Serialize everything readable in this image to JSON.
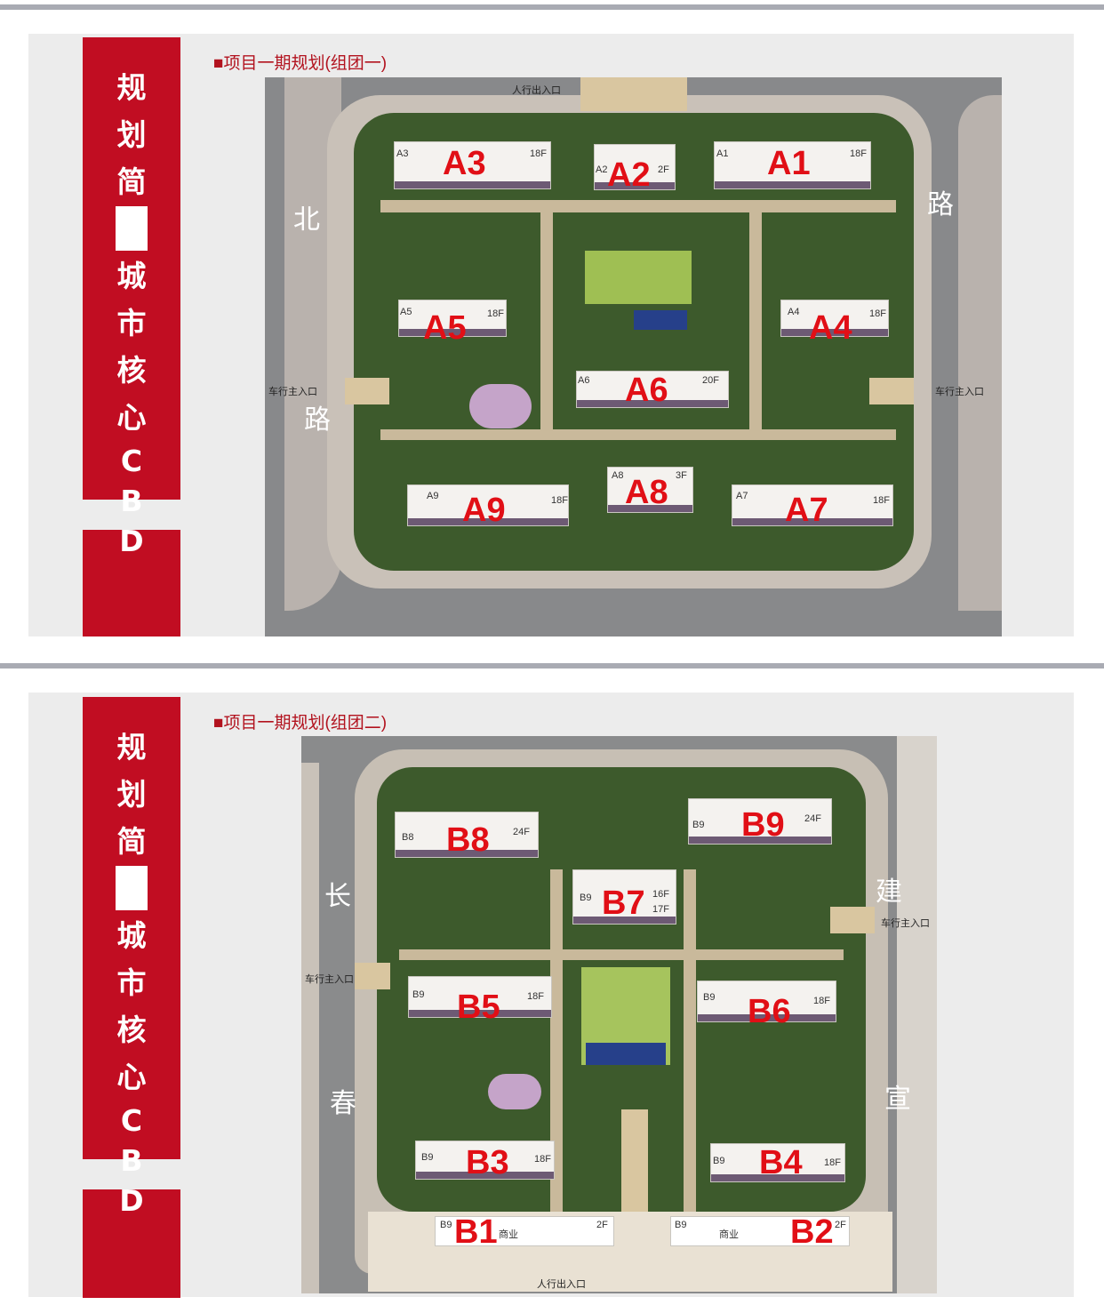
{
  "panels": [
    {
      "side_tab": {
        "chars": [
          "规",
          "划",
          "简"
        ],
        "chars2": [
          "城",
          "市",
          "核",
          "心",
          "C",
          "B",
          "D"
        ]
      },
      "title": "■项目一期规划(组团一)",
      "map": {
        "roads": {
          "north_left": "北",
          "north_right": "路",
          "west_bottom": "路"
        },
        "entrances": {
          "top": "人行出入口",
          "left": "车行主入口",
          "right": "车行主入口"
        },
        "buildings": [
          {
            "id": "A3",
            "tag": "A3",
            "floors": "18F"
          },
          {
            "id": "A2",
            "tag": "A2",
            "floors": "2F"
          },
          {
            "id": "A1",
            "tag": "A1",
            "floors": "18F"
          },
          {
            "id": "A5",
            "tag": "A5",
            "floors": "18F"
          },
          {
            "id": "A4",
            "tag": "A4",
            "floors": "18F"
          },
          {
            "id": "A6",
            "tag": "A6",
            "floors": "20F"
          },
          {
            "id": "A9",
            "tag": "A9",
            "floors": "18F"
          },
          {
            "id": "A8",
            "tag": "A8",
            "floors": "3F"
          },
          {
            "id": "A7",
            "tag": "A7",
            "floors": "18F"
          }
        ]
      }
    },
    {
      "side_tab": {
        "chars": [
          "规",
          "划",
          "简"
        ],
        "chars2": [
          "城",
          "市",
          "核",
          "心",
          "C",
          "B",
          "D"
        ]
      },
      "title": "■项目一期规划(组团二)",
      "map": {
        "roads": {
          "left_top": "长",
          "left_bottom": "春",
          "right_top": "建",
          "right_bottom": "宣"
        },
        "entrances": {
          "left": "车行主入口",
          "right": "车行主入口",
          "bottom": "人行出入口"
        },
        "buildings": [
          {
            "id": "B8",
            "tag": "B8",
            "floors": "24F"
          },
          {
            "id": "B9",
            "tag": "B9",
            "floors": "24F"
          },
          {
            "id": "B7",
            "tag": "B9",
            "floors": "16F",
            "floors2": "17F"
          },
          {
            "id": "B5",
            "tag": "B9",
            "floors": "18F"
          },
          {
            "id": "B6",
            "tag": "B9",
            "floors": "18F"
          },
          {
            "id": "B3",
            "tag": "B9",
            "floors": "18F"
          },
          {
            "id": "B4",
            "tag": "B9",
            "floors": "18F"
          },
          {
            "id": "B1",
            "tag": "B9",
            "floors": "2F",
            "use": "商业"
          },
          {
            "id": "B2",
            "tag": "B9",
            "floors": "2F",
            "use": "商业"
          }
        ]
      }
    }
  ],
  "colors": {
    "accent_red": "#c10d22",
    "title_red": "#b2121e",
    "label_red": "#e10f16",
    "panel_gray": "#ececec"
  }
}
